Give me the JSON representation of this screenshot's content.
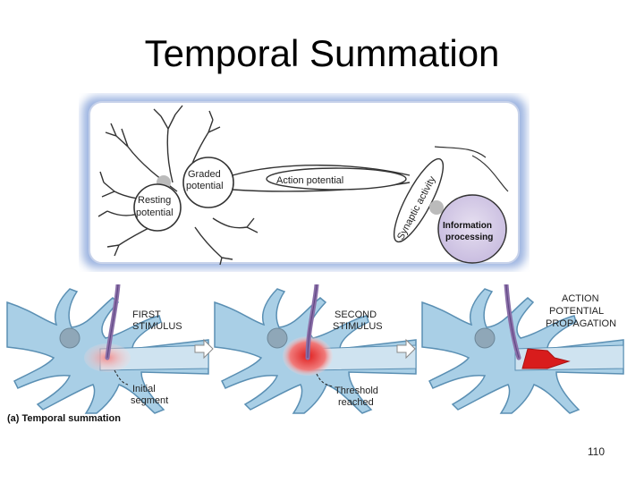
{
  "slide": {
    "title": "Temporal Summation",
    "page_number": "110"
  },
  "neuron_overview": {
    "graded_potential": [
      "Graded",
      "potential"
    ],
    "resting_potential": [
      "Resting",
      "potential"
    ],
    "action_potential": "Action potential",
    "synaptic_activity": "Synaptic activity",
    "information_processing": [
      "Information",
      "processing"
    ]
  },
  "summation_steps": {
    "panel1_label": [
      "FIRST",
      "STIMULUS"
    ],
    "panel1_note": [
      "Initial",
      "segment"
    ],
    "panel2_label": [
      "SECOND",
      "STIMULUS"
    ],
    "panel2_note": [
      "Threshold",
      "reached"
    ],
    "panel3_label": [
      "ACTION",
      "POTENTIAL",
      "PROPAGATION"
    ],
    "caption": "(a) Temporal summation"
  },
  "colors": {
    "neuron_fill": "#a9cfe6",
    "neuron_stroke": "#5a8fb3",
    "axon_stroke": "#8a6fa8",
    "stimulus_light": "#f6b6b6",
    "stimulus_strong": "#e23a3a",
    "propagation": "#d81c1c",
    "panel_glow": "#9bb3e0"
  }
}
